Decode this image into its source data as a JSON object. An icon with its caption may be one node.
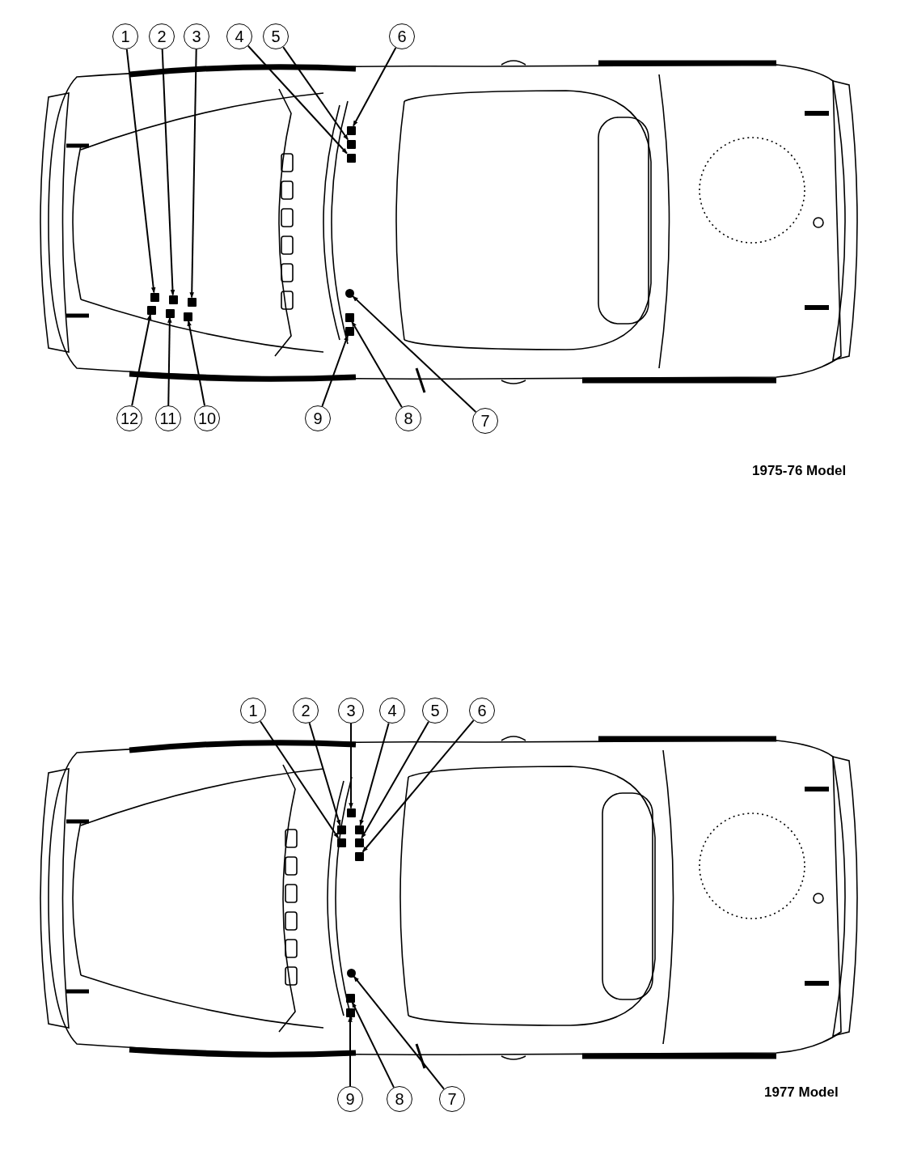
{
  "diagram": {
    "nodes": [
      {
        "text": [
          "1"
        ]
      },
      {
        "text": [
          "2"
        ]
      },
      {
        "text": [
          "3"
        ]
      },
      {
        "text": [
          "4"
        ]
      },
      {
        "text": [
          "5"
        ]
      },
      {
        "text": [
          "6"
        ]
      },
      {
        "text": [
          "7"
        ]
      },
      {
        "text": [
          "8"
        ]
      },
      {
        "text": [
          "9"
        ]
      },
      {
        "text": [
          "10"
        ]
      },
      {
        "text": [
          "11"
        ]
      },
      {
        "text": [
          "12"
        ]
      },
      {
        "text": [],
        "shape": "box"
      },
      {
        "text": [],
        "shape": "box"
      },
      {
        "text": [],
        "shape": "box"
      },
      {
        "text": [],
        "shape": "box"
      },
      {
        "text": [],
        "shape": "box"
      },
      {
        "text": [],
        "shape": "box"
      },
      {
        "text": [],
        "shape": "circle"
      },
      {
        "text": [],
        "shape": "box"
      },
      {
        "text": [],
        "shape": "box"
      },
      {
        "text": [],
        "shape": "box"
      },
      {
        "text": [],
        "shape": "box"
      },
      {
        "text": [],
        "shape": "box"
      },
      {
        "text": [
          "1"
        ]
      },
      {
        "text": [
          "2"
        ]
      },
      {
        "text": [
          "3"
        ]
      },
      {
        "text": [
          "4"
        ]
      },
      {
        "text": [
          "5"
        ]
      },
      {
        "text": [
          "6"
        ]
      },
      {
        "text": [
          "7"
        ]
      },
      {
        "text": [
          "8"
        ]
      },
      {
        "text": [
          "9"
        ]
      },
      {
        "text": [],
        "shape": "box"
      },
      {
        "text": [],
        "shape": "box"
      },
      {
        "text": [],
        "shape": "box"
      },
      {
        "text": [],
        "shape": "box"
      },
      {
        "text": [],
        "shape": "box"
      },
      {
        "text": [],
        "shape": "box"
      },
      {
        "text": [],
        "shape": "circle"
      },
      {
        "text": [],
        "shape": "box"
      },
      {
        "text": [],
        "shape": "box"
      }
    ],
    "edges": [
      {
        "from": 0,
        "to": 12,
        "arrow": "to"
      },
      {
        "from": 1,
        "to": 13,
        "arrow": "to"
      },
      {
        "from": 2,
        "to": 14,
        "arrow": "to"
      },
      {
        "from": 3,
        "to": 15,
        "arrow": "to"
      },
      {
        "from": 4,
        "to": 16,
        "arrow": "to"
      },
      {
        "from": 5,
        "to": 17,
        "arrow": "to"
      },
      {
        "from": 6,
        "to": 18,
        "arrow": "to"
      },
      {
        "from": 7,
        "to": 19,
        "arrow": "to"
      },
      {
        "from": 8,
        "to": 20,
        "arrow": "to"
      },
      {
        "from": 9,
        "to": 21,
        "arrow": "to"
      },
      {
        "from": 10,
        "to": 22,
        "arrow": "to"
      },
      {
        "from": 11,
        "to": 23,
        "arrow": "to"
      },
      {
        "from": 24,
        "to": 33,
        "arrow": "to"
      },
      {
        "from": 25,
        "to": 34,
        "arrow": "to"
      },
      {
        "from": 26,
        "to": 35,
        "arrow": "to"
      },
      {
        "from": 27,
        "to": 36,
        "arrow": "to"
      },
      {
        "from": 28,
        "to": 37,
        "arrow": "to"
      },
      {
        "from": 29,
        "to": 38,
        "arrow": "to"
      },
      {
        "from": 30,
        "to": 39,
        "arrow": "to"
      },
      {
        "from": 31,
        "to": 40,
        "arrow": "to"
      },
      {
        "from": 32,
        "to": 41,
        "arrow": "to"
      }
    ],
    "labels": [
      "1975-76 Model",
      "1977 Model"
    ]
  }
}
